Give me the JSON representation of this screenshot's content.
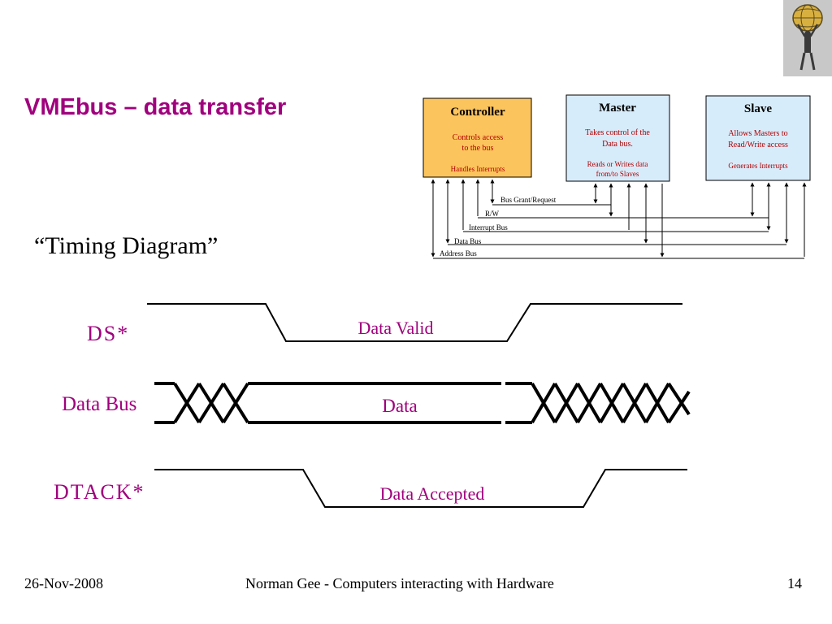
{
  "slide": {
    "title": "VMEbus – data transfer",
    "subtitle": "“Timing Diagram”",
    "footer": {
      "date": "26-Nov-2008",
      "center": "Norman Gee - Computers interacting with Hardware",
      "page": "14"
    }
  },
  "architecture": {
    "controller": {
      "title": "Controller",
      "line1": "Controls access",
      "line2": "to the bus",
      "line3": "Handles Interrupts",
      "fill": "#fcc45c"
    },
    "master": {
      "title": "Master",
      "line1": "Takes control of the",
      "line2": "Data bus.",
      "line3": "Reads or Writes data",
      "line4": "from/to Slaves",
      "fill": "#d7ecfb"
    },
    "slave": {
      "title": "Slave",
      "line1": "Allows Masters to",
      "line2": "Read/Write access",
      "line3": "Generates Interrupts",
      "fill": "#d7ecfb"
    },
    "buses": {
      "grant": "Bus Grant/Request",
      "rw": "R/W",
      "interrupt": "Interrupt Bus",
      "data": "Data Bus",
      "address": "Address Bus"
    }
  },
  "timing": {
    "ds_label": "DS*",
    "ds_text": "Data Valid",
    "bus_label": "Data Bus",
    "bus_text": "Data",
    "dtack_label": "DTACK*",
    "dtack_text": "Data Accepted",
    "label_color": "#a0007d"
  }
}
